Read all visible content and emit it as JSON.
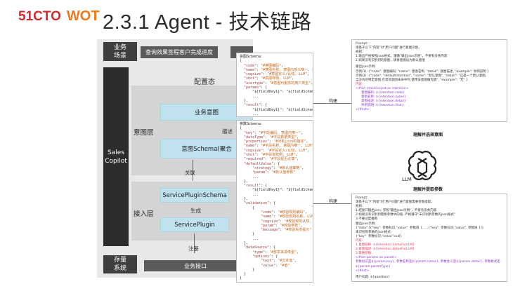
{
  "header": {
    "logo_primary": "51CTO",
    "logo_secondary": "WOT",
    "title": "2.3.1 Agent - 技术链路"
  },
  "architecture": {
    "biz_label_line1": "业务",
    "biz_label_line2": "场景",
    "biz_box": "查询效果签程客户完成进度",
    "sales_line1": "Sales",
    "sales_line2": "Copilot",
    "config_title": "配置态",
    "intent_layer": "意图层",
    "business_intent": "业务意图",
    "describe": "描述",
    "intent_schema": "意图Schema(聚合",
    "relate": "关联",
    "access_layer": "接入层",
    "service_plugin_schema": "ServicePluginSchema",
    "generate": "生成",
    "service_plugin": "ServicePlugin",
    "register": "注册",
    "store_line1": "存量",
    "store_line2": "系统",
    "store_box": "业务接口"
  },
  "panels": {
    "intent_schema_title": "意图Schema:",
    "param_schema_title": "参数Schema:",
    "build_label_1": "构建",
    "build_label_2": "构建",
    "understand_select": "理解并选择意图",
    "understand_extract": "理解并提取参数",
    "llm_label": "LLM"
  },
  "prompt_top": {
    "l1": "Prompt:",
    "l2": "请基于以下\"内容\"对\"用户问题\"进行意图识别。",
    "l3": "规则:",
    "l4": "1.输出严格按照json格式，遵循\"输出json示例\"，不要有多余内容",
    "l5": "2.如果没有识别到的意图，请将意图设为默认意图",
    "l6": "输出json示例:",
    "l7": "示例(1): {\"code\": 意图编码, \"name\": 意图名称, \"detail\": 意图描述, \"example\": 举例说明 }",
    "l8": "示例(2): {\"code\": \"defaultIntention\", \"name\": \"默认意图\", \"detail\": \"这是一个默认意图,",
    "l9": "当没有对特定意图,在其他意图未命中时,使用该意图做兜底\", \"example\": \"无\" }",
    "l10": "内容:",
    "l11": "<#list intentionList as intention>",
    "l12": "意图编码: ${intention.code}",
    "l13": "意图名称: ${intention.name}",
    "l14": "意图描述: ${intention.detail}",
    "l15": "举例说明: ${intention.shot}",
    "l16": "</#list>"
  },
  "prompt_bottom": {
    "l1": "Prompt:",
    "l2": "请基于以下\"内容\"对\"用户问题\"进行意图需要参数提取。",
    "l3": "规则:",
    "l4": "1.结果只输出json, 参照\"输出json示例\"，不要有多余内容",
    "l5": "2.如果没有识别到需要参数中的值, 严格遵守\"未识别到参数的json格式\"",
    "l6": "3.不要过度推断",
    "l7": "输出json示例:",
    "l8": "{\"data\":[{\"key\": 参数标识,\"value\": 参数值 }, ...,{\"key\": 参数标识,\"value\": 参数值 }]}",
    "l9": "未识别到参数的json格式:",
    "l10": "{\"key\": 参数标识,\"value\":null}",
    "l11": "内容:",
    "l12": "1.意图名称: ${intention.nameForLLM}",
    "l13": "2.意图描述: ${intention.detailForLLM}",
    "l14": "3.需要参数:",
    "l15": "<#list params as param>",
    "l16": "参数标识是${param.key}, 参数名称是${param.name}, 参数含义是${param.detail}, 参数格式是${param.paramType}",
    "l17": "</#list>",
    "l18": "用户问题: ${question}"
  }
}
